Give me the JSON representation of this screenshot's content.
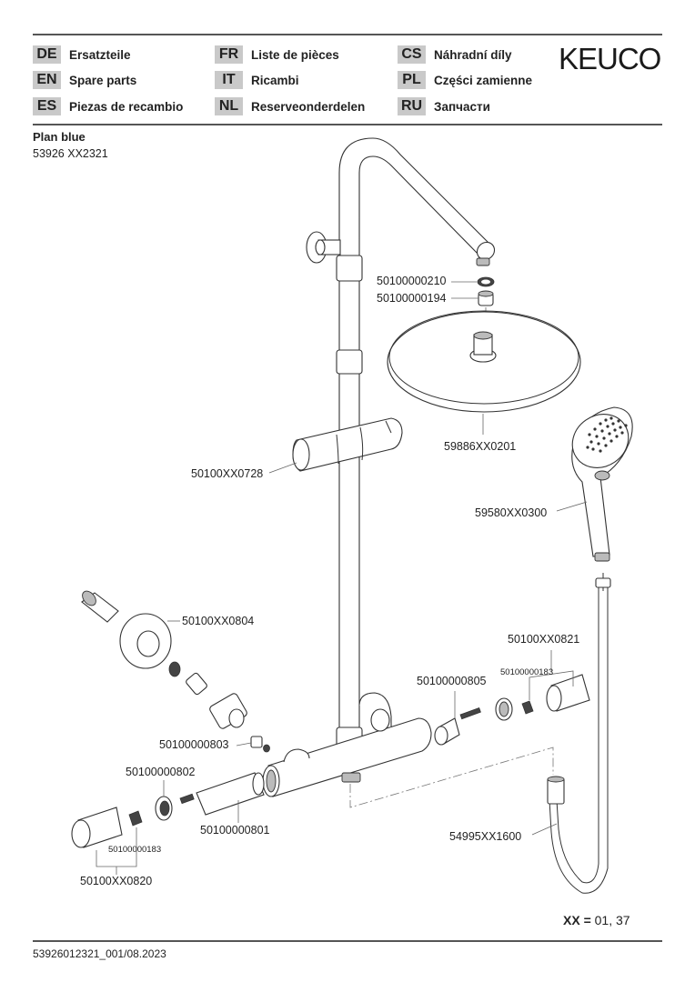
{
  "header": {
    "languages": [
      {
        "code": "DE",
        "label": "Ersatzteile"
      },
      {
        "code": "EN",
        "label": "Spare parts"
      },
      {
        "code": "ES",
        "label": "Piezas de recambio"
      },
      {
        "code": "FR",
        "label": "Liste de pièces"
      },
      {
        "code": "IT",
        "label": "Ricambi"
      },
      {
        "code": "NL",
        "label": "Reserveonderdelen"
      },
      {
        "code": "CS",
        "label": "Náhradní díly"
      },
      {
        "code": "PL",
        "label": "Części zamienne"
      },
      {
        "code": "RU",
        "label": "Запчасти"
      }
    ],
    "logo": "KEUCO"
  },
  "product": {
    "name": "Plan blue",
    "number": "53926 XX2321"
  },
  "parts": {
    "seal": "50100000210",
    "flow_limiter": "50100000194",
    "overhead_shower": "59886XX0201",
    "slider": "50100XX0728",
    "hand_shower": "59580XX0300",
    "wall_connector": "50100XX0804",
    "handle_right": "50100XX0821",
    "adapter_right": "50100000183",
    "diverter_cartridge": "50100000805",
    "check_valve": "50100000803",
    "rosette": "50100000802",
    "thermo_cartridge": "50100000801",
    "adapter_left": "50100000183",
    "handle_left": "50100XX0820",
    "hose": "54995XX1600"
  },
  "legend": {
    "key": "XX =",
    "values": "01, 37"
  },
  "footer": {
    "doc_number": "53926012321_001/08.2023"
  }
}
